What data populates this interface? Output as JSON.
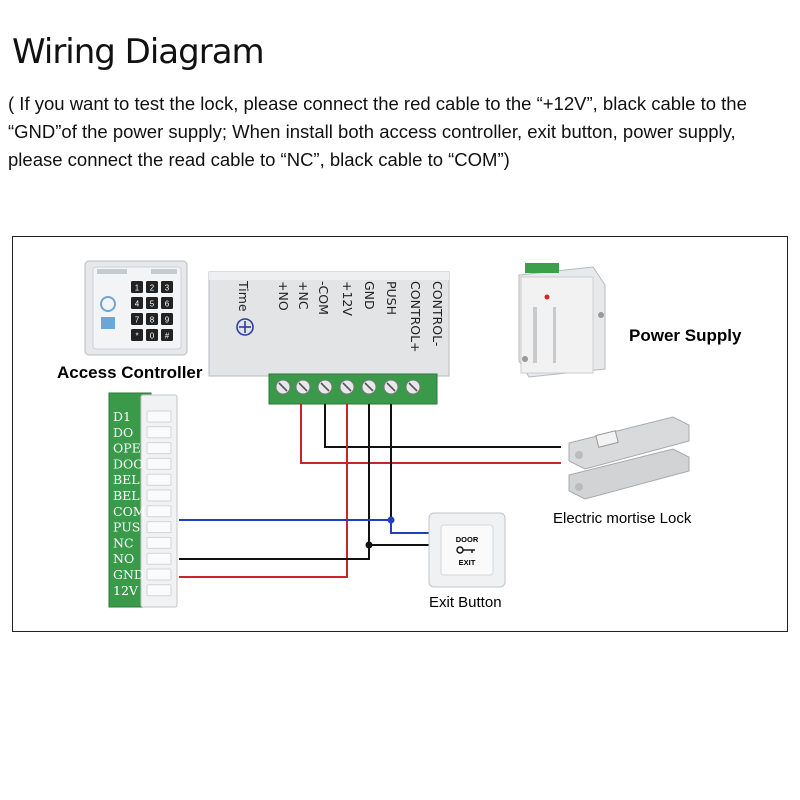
{
  "title": "Wiring Diagram",
  "note": "( If you want to test the lock, please connect the red cable to the “+12V”, black cable to the “GND”of the power supply; When install both access controller, exit button, power supply, please connect the read cable to “NC”, black cable to “COM”)",
  "labels": {
    "access_controller": "Access Controller",
    "power_supply": "Power Supply",
    "lock": "Electric mortise Lock",
    "exit_button": "Exit Button"
  },
  "power_box_terminals": [
    "CONTROL-",
    "CONTROL+",
    "PUSH",
    "GND",
    "+12V",
    "-COM",
    "+NC",
    "+NO"
  ],
  "power_box_time": "Time",
  "controller_pins": [
    "D1",
    "DO",
    "OPE",
    "DOO",
    "BEL",
    "BEL",
    "COM",
    "PUS",
    "NC",
    "NO",
    "GND",
    "12V"
  ],
  "exit_button_text": {
    "top": "DOOR",
    "bottom": "EXIT"
  },
  "keypad_keys": [
    "1",
    "2",
    "3",
    "4",
    "5",
    "6",
    "7",
    "8",
    "9",
    "*",
    "0",
    "#"
  ],
  "colors": {
    "red_wire": "#c8242a",
    "black_wire": "#111111",
    "blue_wire": "#1f3fbf",
    "terminal_green": "#3a9a4a"
  }
}
